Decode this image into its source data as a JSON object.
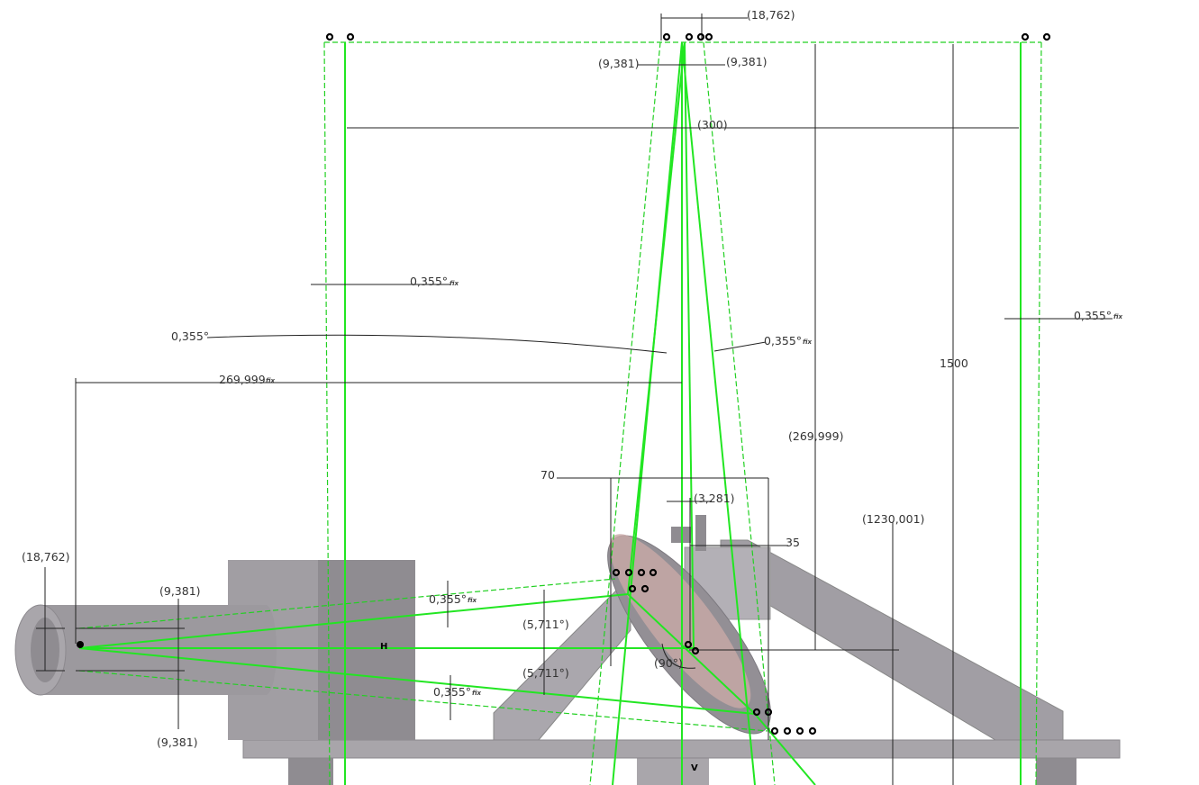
{
  "drawing": {
    "colors": {
      "construction": "#22e622",
      "dimension": "#222222",
      "part": "#9a979c",
      "mirror": "#c9a9a6"
    },
    "dimensions": {
      "top_width": "(18,762)",
      "top_half_left": "(9,381)",
      "top_half_right": "(9,381)",
      "span": "(300)",
      "height_total": "1500",
      "height_mirror": "(269,999)",
      "height_base": "(1230,001)",
      "horizontal_distance": "269,999",
      "mirror_width": "70",
      "mirror_offset": "(3,281)",
      "mirror_half": "35",
      "source_width": "(18,762)",
      "source_half_top": "(9,381)",
      "source_half_bottom": "(9,381)",
      "angle_upper": "(5,711°)",
      "angle_lower": "(5,711°)",
      "angle_right": "(90°)"
    },
    "angles": [
      "0,355°",
      "0,355°",
      "0,355°",
      "0,355°",
      "0,355°",
      "0,355°"
    ],
    "fix_mark": "fix",
    "part_labels": {
      "h": "H",
      "v": "V"
    }
  }
}
